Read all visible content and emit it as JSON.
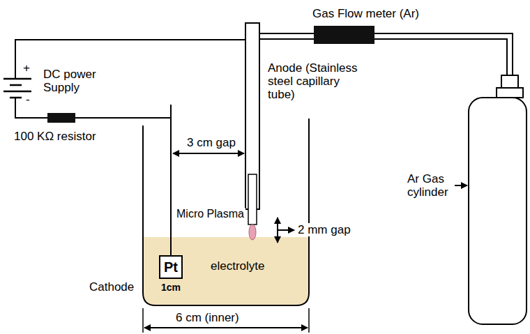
{
  "diagram": {
    "nodes": [
      {
        "text": [
          "Pt"
        ]
      }
    ],
    "labels": [
      "Gas Flow meter (Ar)",
      "+",
      "DC power Supply",
      "-",
      "Anode (Stainless steel capillary tube)",
      "100 KΩ resistor",
      "3 cm gap",
      "Micro Plasma",
      "2 mm gap",
      "electrolyte",
      "Cathode",
      "1cm",
      "6 cm (inner)",
      "Ar Gas cylinder"
    ]
  }
}
